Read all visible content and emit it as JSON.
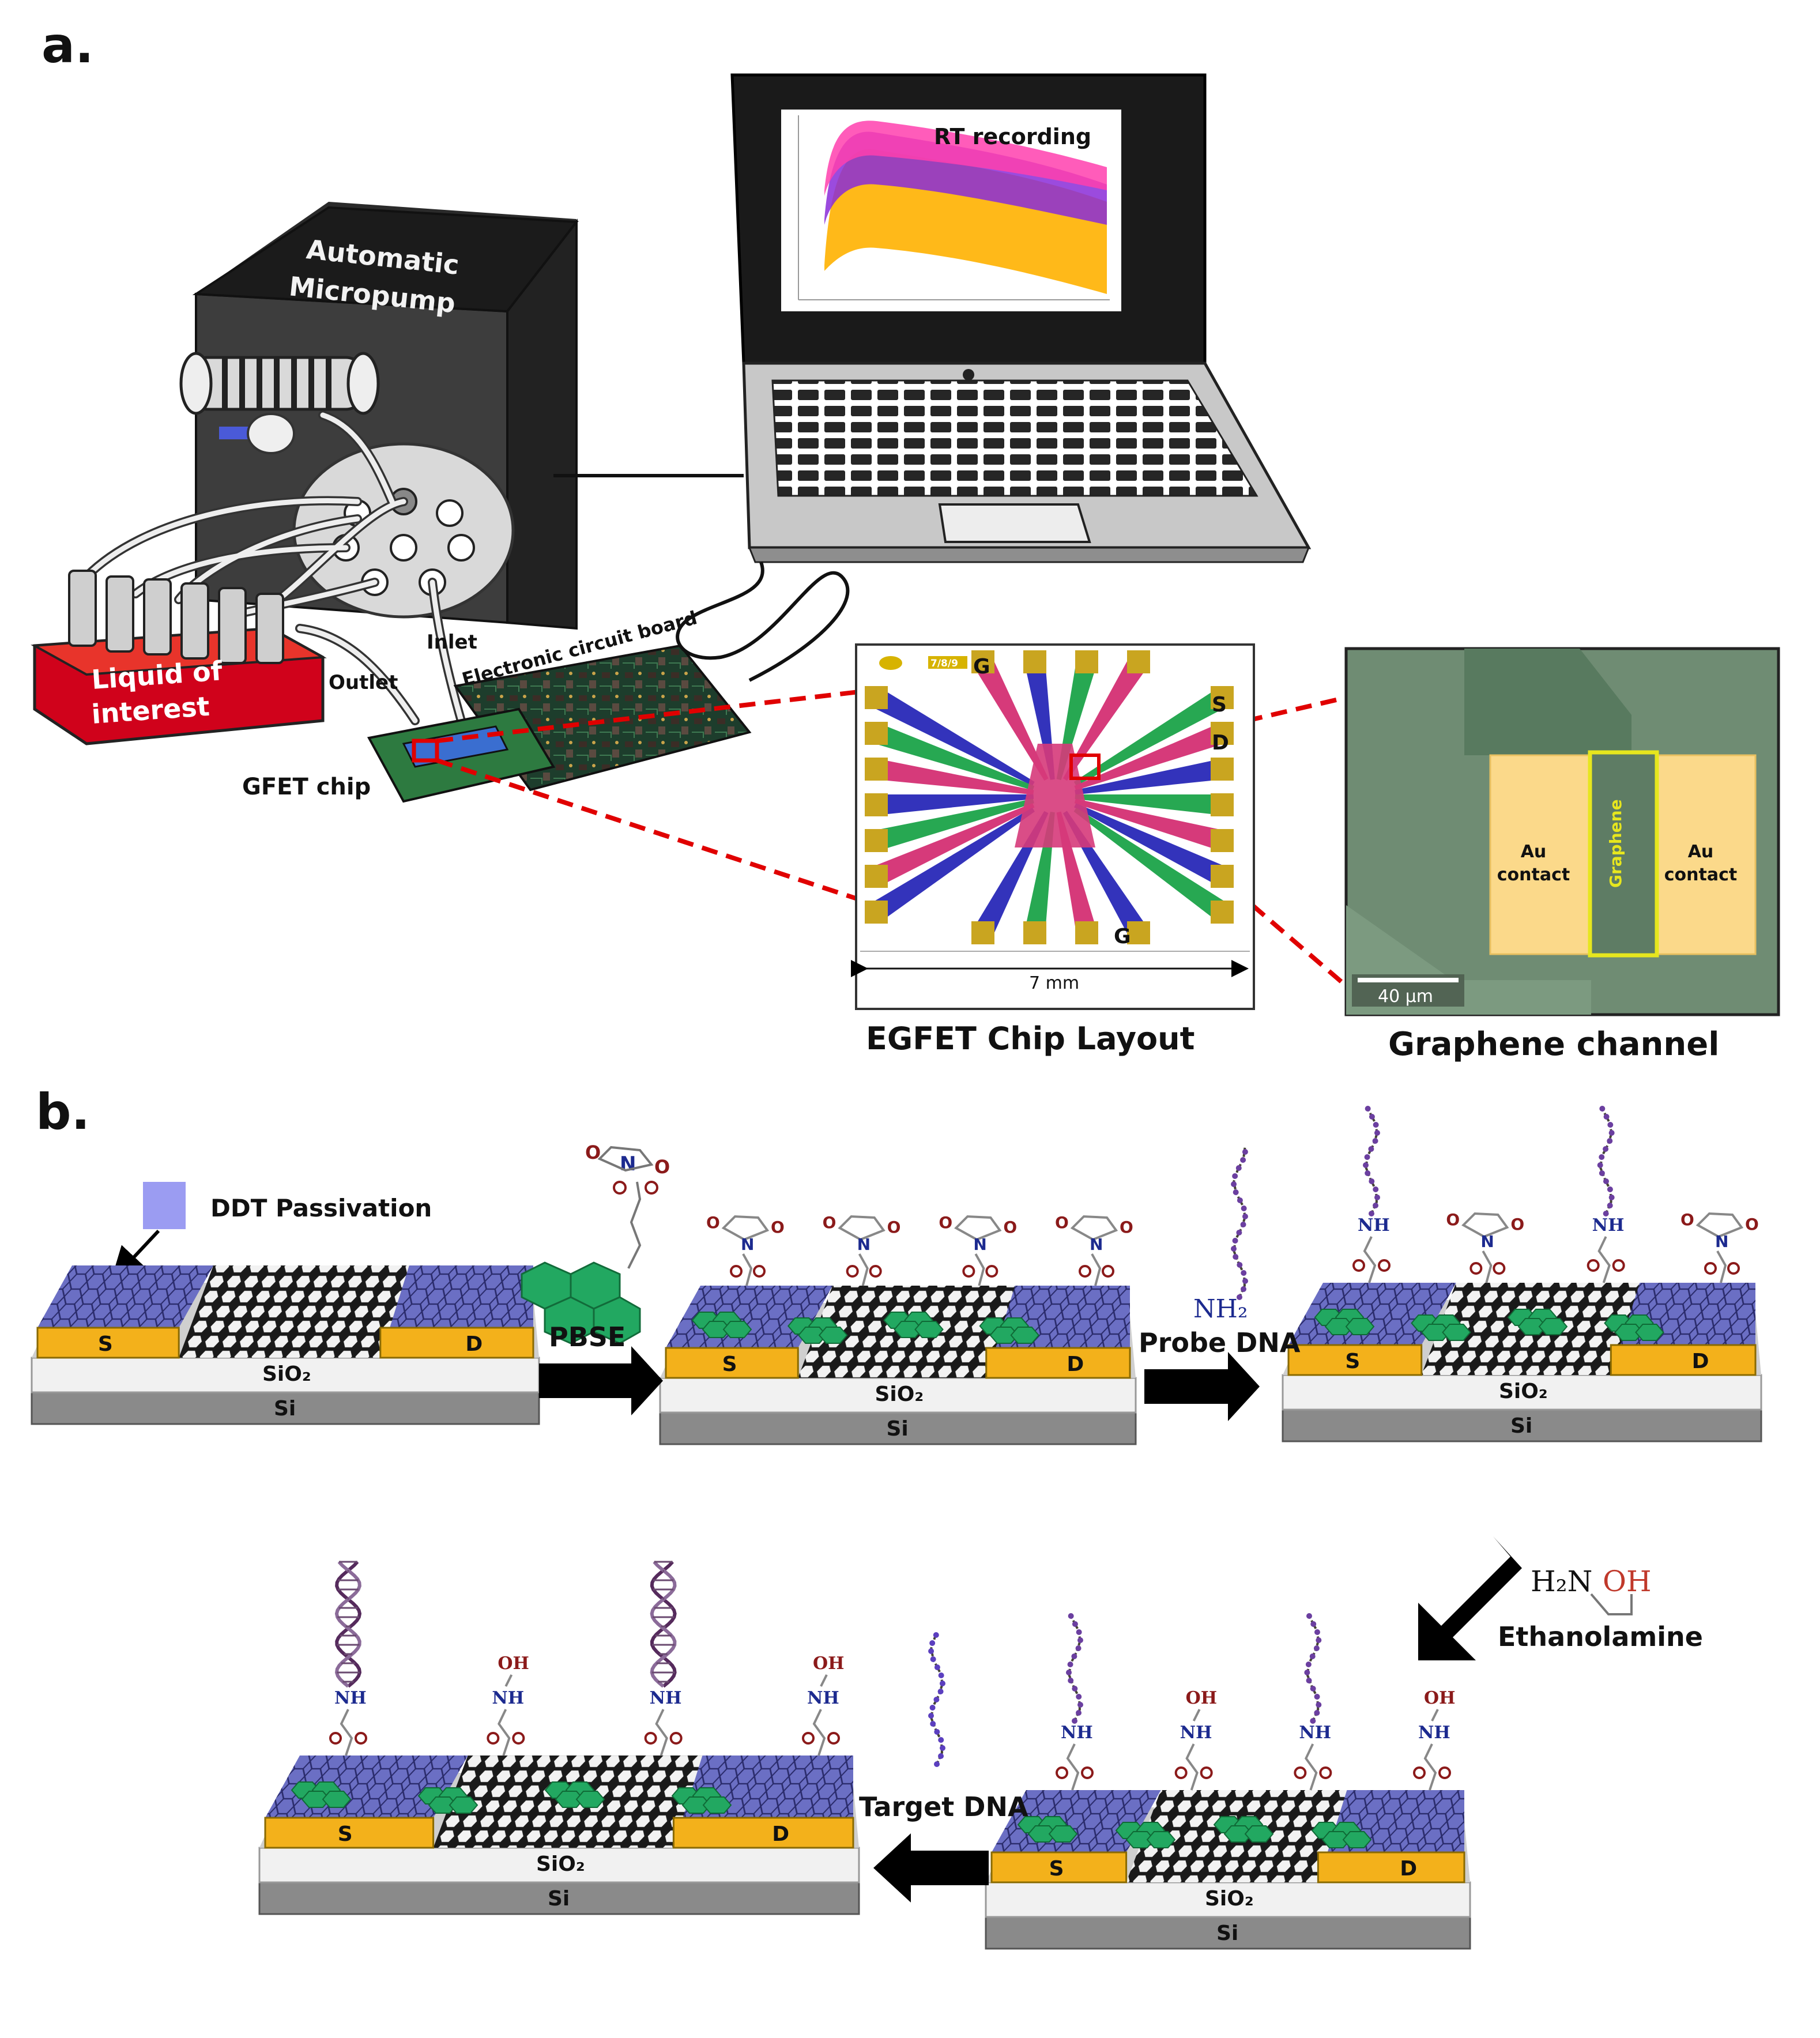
{
  "panels": {
    "a": {
      "letter": "a.",
      "micropump_line1": "Automatic",
      "micropump_line2": "Micropump",
      "liquid_line1": "Liquid of",
      "liquid_line2": "interest",
      "inlet": "Inlet",
      "outlet": "Outlet",
      "circuit_board": "Electronic circuit board",
      "gfet_chip": "GFET chip",
      "screen_title": "RT recording",
      "chip_layout_title": "EGFET Chip Layout",
      "chip_scale": "7 mm",
      "chip_badge": "7/8/9",
      "pad_g_top": "G",
      "pad_g_bottom": "G",
      "pad_s": "S",
      "pad_d": "D",
      "micro_title": "Graphene channel",
      "au_left_line1": "Au",
      "au_left_line2": "contact",
      "au_right_line1": "Au",
      "au_right_line2": "contact",
      "graphene_label": "Graphene",
      "micro_scale": "40 µm"
    },
    "b": {
      "letter": "b.",
      "ddt_label": "DDT Passivation",
      "pbse": "PBSE",
      "probe_dna": "Probe DNA",
      "ethanolamine": "Ethanolamine",
      "target_dna": "Target DNA",
      "nh2": "NH₂",
      "eth_formula_h2n": "H₂N",
      "eth_formula_oh": "OH",
      "source": "S",
      "drain": "D",
      "sio2": "SiO₂",
      "si": "Si",
      "nh": "NH",
      "oh": "OH",
      "n": "N",
      "o": "O"
    }
  },
  "colors": {
    "passivation": "#6b6fc4",
    "gold": "#f3b11b",
    "chip_red": "#d0021b",
    "pyrene": "#22a861",
    "blue_lead": "#3333bb",
    "green_lead": "#27a852",
    "pink_lead": "#d63a7a"
  }
}
